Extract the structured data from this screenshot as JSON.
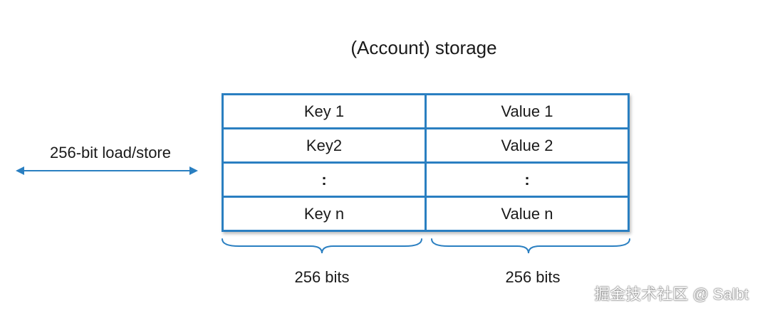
{
  "title": "(Account) storage",
  "arrow_label": "256-bit load/store",
  "table": {
    "rows": [
      {
        "key": "Key 1",
        "value": "Value 1"
      },
      {
        "key": "Key2",
        "value": "Value 2"
      },
      {
        "key": ":",
        "value": ":"
      },
      {
        "key": "Key n",
        "value": "Value n"
      }
    ]
  },
  "widths": {
    "key": "256 bits",
    "value": "256 bits"
  },
  "watermark": "掘金技术社区 @ Salbt",
  "colors": {
    "accent": "#2a7fc1",
    "text": "#1a1a1a"
  }
}
